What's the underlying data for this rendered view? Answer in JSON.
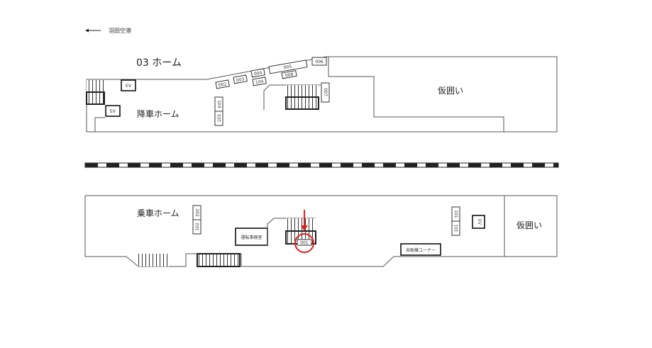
{
  "direction": {
    "label": "羽田空港",
    "arrow": "left-arrow"
  },
  "platform_title": "03 ホーム",
  "arrival_platform": {
    "label": "降車ホーム",
    "ev_labels": [
      "EV",
      "EV"
    ],
    "fence_label": "仮囲い",
    "doors": [
      "002",
      "003",
      "004",
      "104",
      "005",
      "008",
      "006",
      "007",
      "103",
      "103"
    ]
  },
  "departure_platform": {
    "label": "乗車ホーム",
    "ev_label": "EV",
    "fence_label": "仮囲い",
    "office_label": "運転事務室",
    "vending_label": "自販機コーナー",
    "doors": [
      "202",
      "102",
      "101",
      "101"
    ],
    "highlighted_door": "001"
  },
  "colors": {
    "highlight": "#e02020",
    "line": "#555555"
  }
}
